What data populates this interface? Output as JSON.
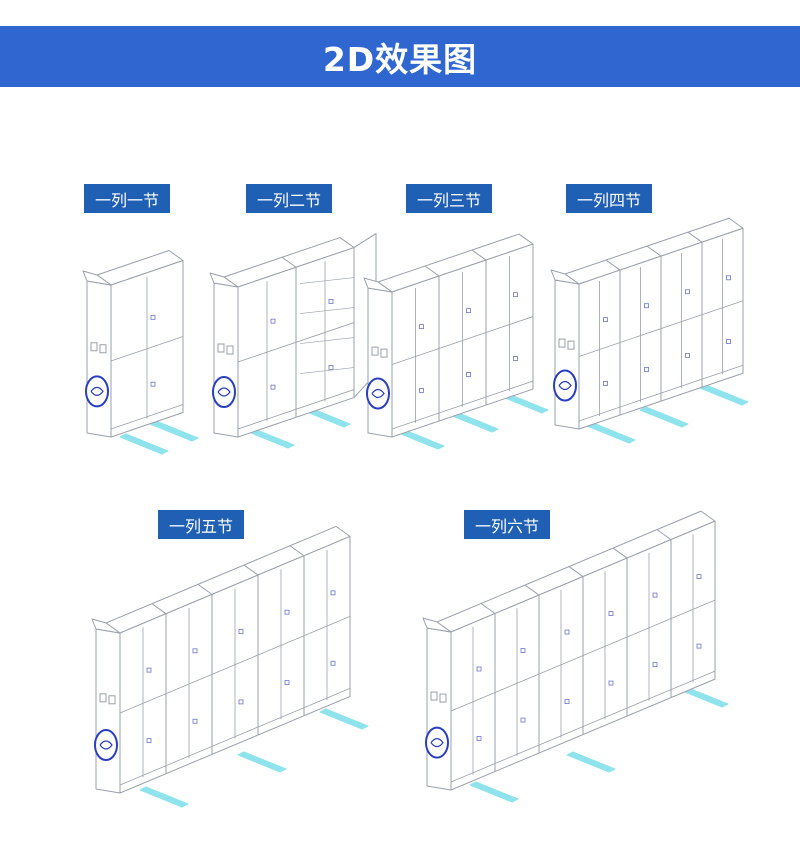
{
  "banner": {
    "title": "2D效果图"
  },
  "colors": {
    "banner": "#3066d0",
    "label": "#1f5fb4",
    "line": "#9aa0aa",
    "rail": "#8fe3ec",
    "logo": "#2a3fbf"
  },
  "items": [
    {
      "label": "一列一节",
      "sections": 1,
      "open_door": false
    },
    {
      "label": "一列二节",
      "sections": 2,
      "open_door": true
    },
    {
      "label": "一列三节",
      "sections": 3,
      "open_door": false
    },
    {
      "label": "一列四节",
      "sections": 4,
      "open_door": false
    },
    {
      "label": "一列五节",
      "sections": 5,
      "open_door": false
    },
    {
      "label": "一列六节",
      "sections": 6,
      "open_door": false
    }
  ],
  "logo": {
    "icon": "brand-logo-icon"
  }
}
